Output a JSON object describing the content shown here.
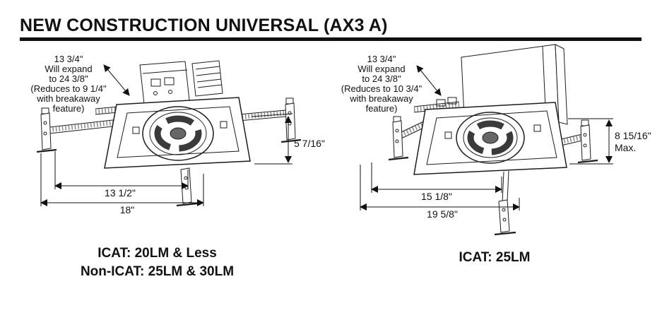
{
  "page": {
    "title": "NEW CONSTRUCTION UNIVERSAL (AX3 A)"
  },
  "left_figure": {
    "note_lines": [
      "13 3/4\"",
      "Will expand",
      "to 24 3/8\"",
      "(Reduces to 9 1/4\"",
      "with breakaway",
      "feature)"
    ],
    "height_dim": "5 7/16\"",
    "inner_width_dim": "13 1/2\"",
    "outer_width_dim": "18\"",
    "caption_line1": "ICAT: 20LM & Less",
    "caption_line2": "Non-ICAT: 25LM & 30LM"
  },
  "right_figure": {
    "note_lines": [
      "13 3/4\"",
      "Will expand",
      "to 24 3/8\"",
      "(Reduces to 10 3/4\"",
      "with breakaway",
      "feature)"
    ],
    "height_dim_line1": "8 15/16\"",
    "height_dim_line2": "Max.",
    "inner_width_dim": "15 1/8\"",
    "outer_width_dim": "19 5/8\"",
    "caption_line1": "ICAT: 25LM"
  },
  "colors": {
    "ink": "#111111",
    "background": "#ffffff"
  }
}
